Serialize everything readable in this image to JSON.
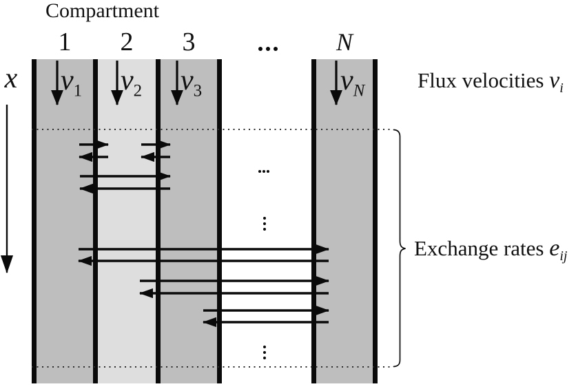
{
  "title": "Compartment",
  "x_axis": {
    "label": "x"
  },
  "compartments": [
    {
      "number": "1",
      "flux_base": "v",
      "flux_sub": "1",
      "fill": "#bebebe"
    },
    {
      "number": "2",
      "flux_base": "v",
      "flux_sub": "2",
      "fill": "#dedede"
    },
    {
      "number": "3",
      "flux_base": "v",
      "flux_sub": "3",
      "fill": "#bebebe"
    },
    {
      "number": "N",
      "flux_base": "v",
      "flux_sub": "N",
      "fill": "#bebebe"
    }
  ],
  "ellipses": {
    "header_horizontal": "...",
    "gap_horizontal": "...",
    "gap_vertical": "⋮",
    "bottom_vertical": "⋮"
  },
  "annotations": {
    "flux_text": "Flux velocities ",
    "flux_var": "v",
    "flux_var_sub": "i",
    "exchange_text": "Exchange rates ",
    "exchange_var": "e",
    "exchange_var_sub": "ij"
  },
  "colors": {
    "background": "#ffffff",
    "compartment_fill": "#bebebe",
    "compartment_fill_light": "#dedede",
    "divider_bar": "#0a0a0a",
    "arrow": "#0a0a0a",
    "dotted_line": "#2a2a2a"
  }
}
